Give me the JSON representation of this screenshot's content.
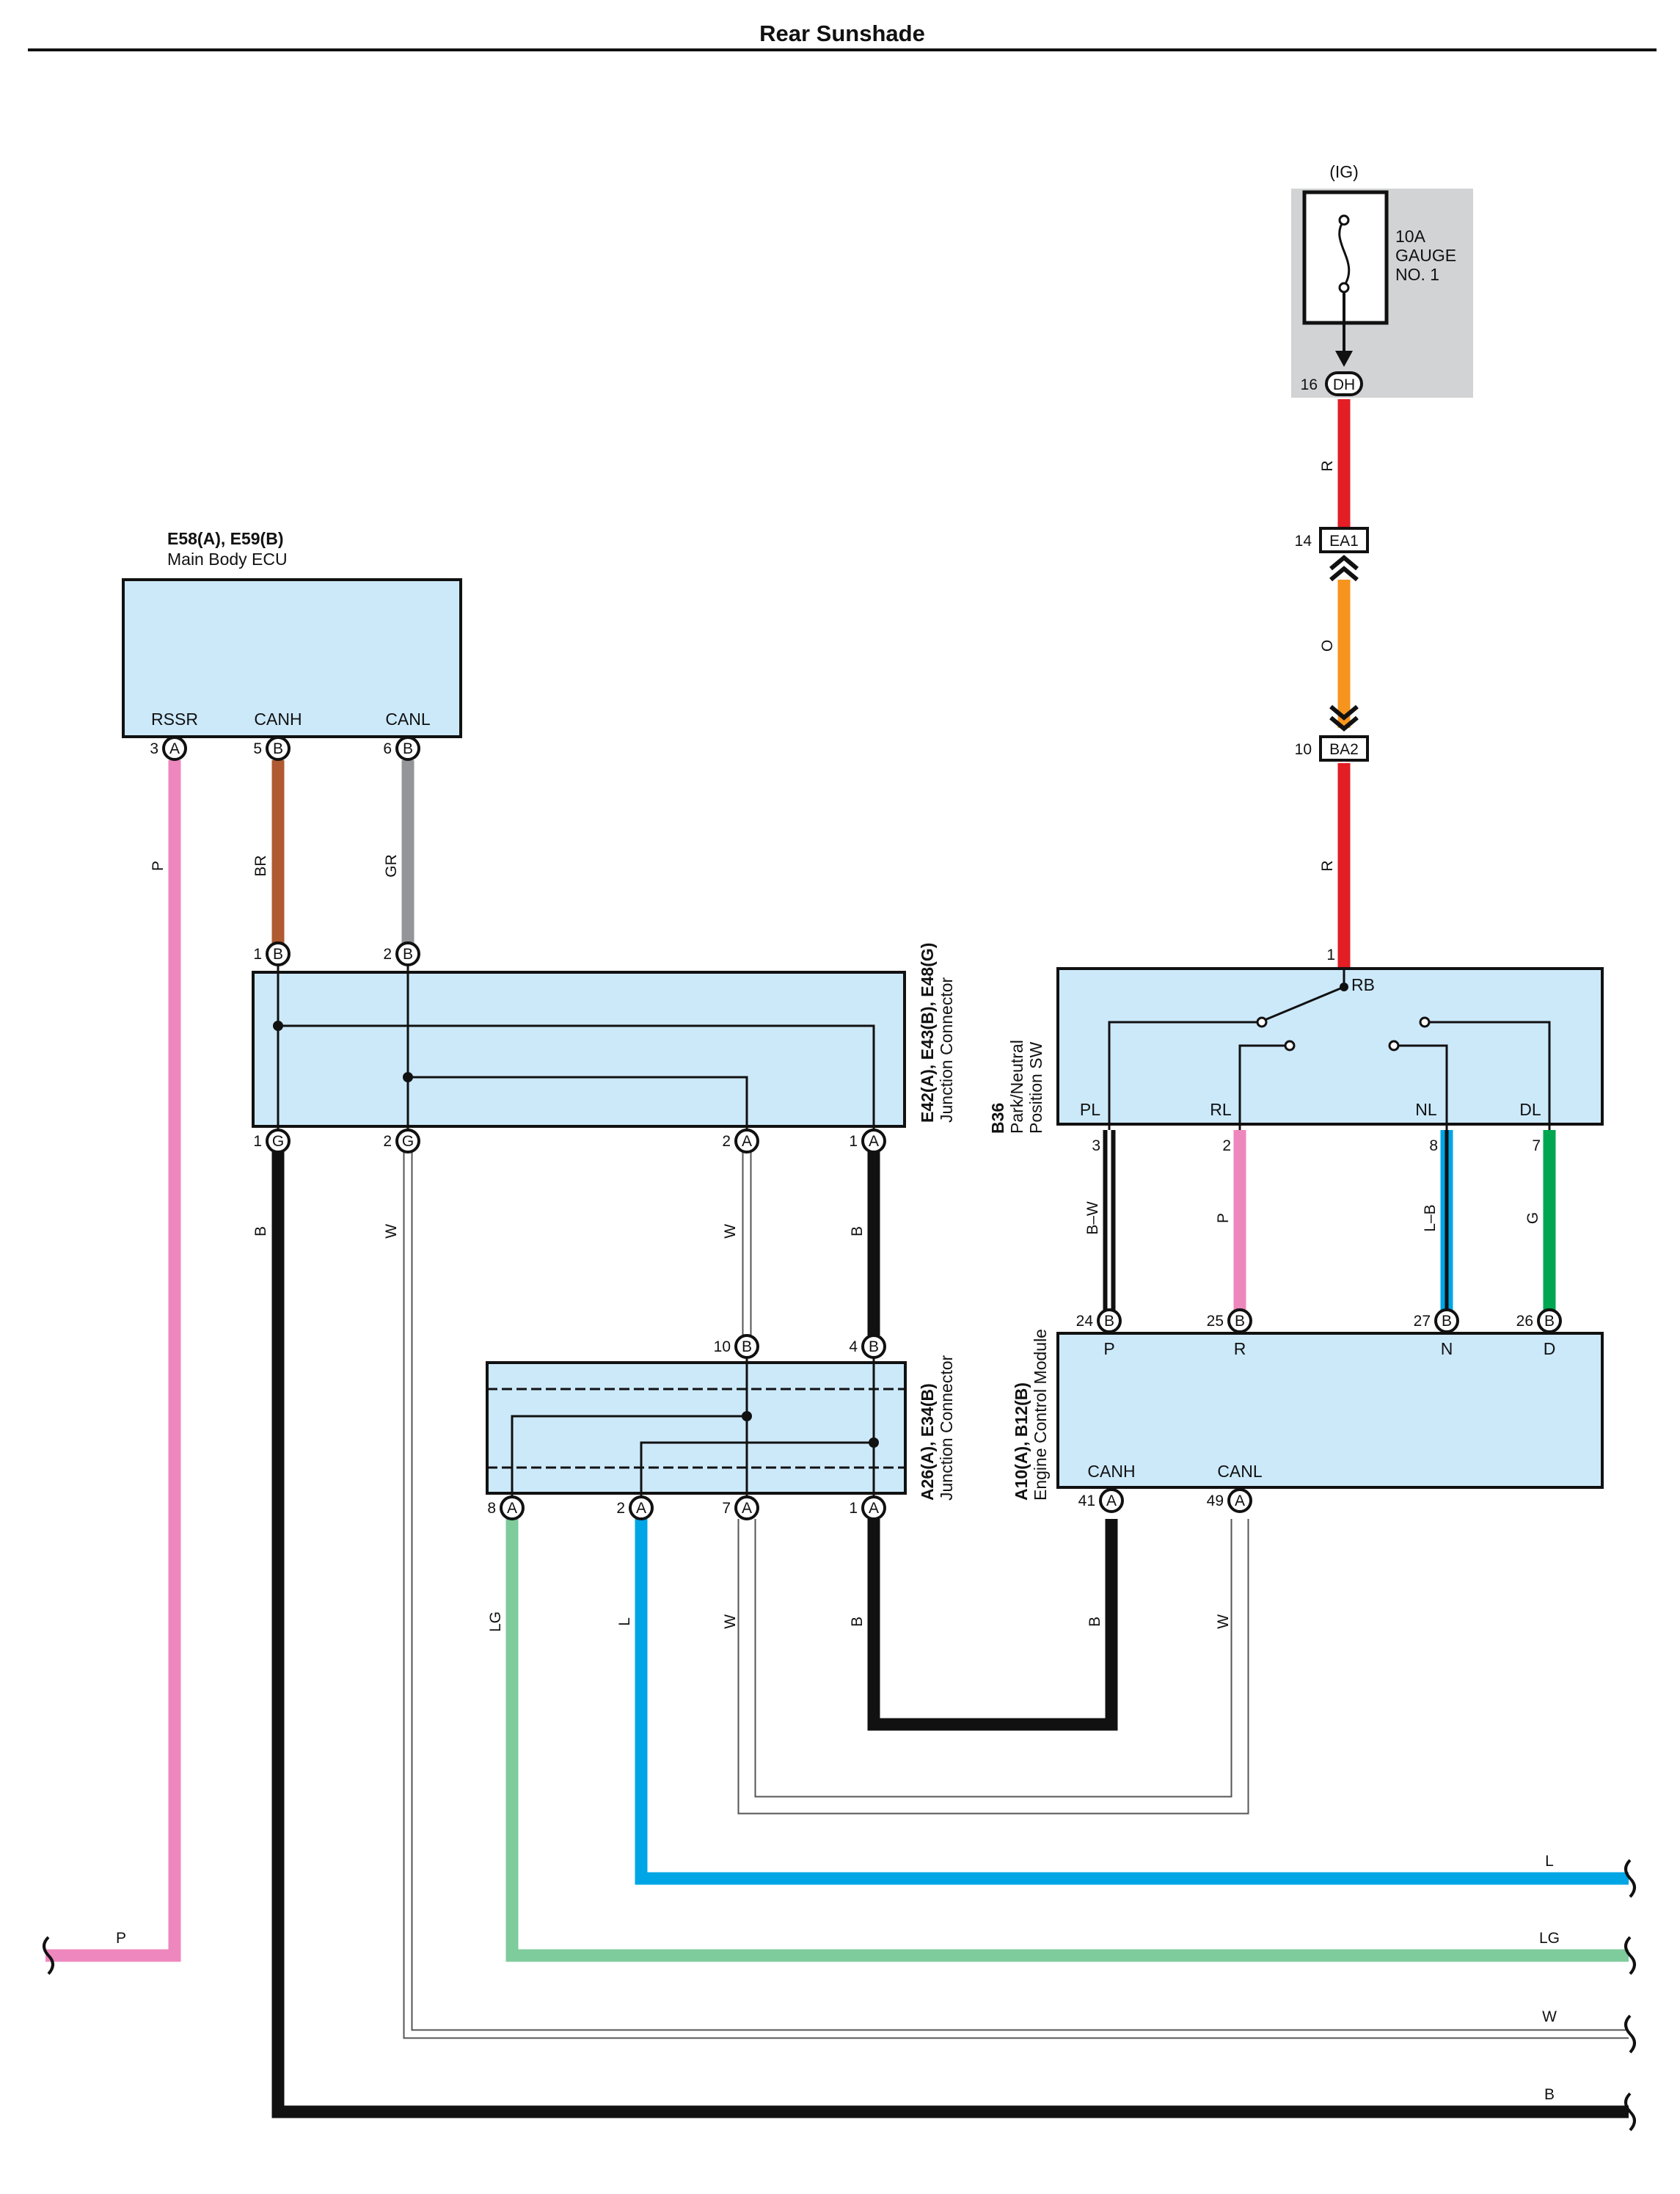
{
  "page": {
    "title": "Rear Sunshade"
  },
  "fuse": {
    "ig": "(IG)",
    "amp": "10A",
    "name1": "GAUGE",
    "name2": "NO. 1",
    "conn": "DH",
    "pin": "16"
  },
  "connectors": {
    "ea1": {
      "code": "EA1",
      "pin": "14"
    },
    "ba2": {
      "code": "BA2",
      "pin": "10"
    }
  },
  "main_ecu": {
    "code": "E58(A), E59(B)",
    "name": "Main Body ECU",
    "terms": [
      "RSSR",
      "CANH",
      "CANL"
    ],
    "pins": [
      {
        "n": "3",
        "c": "A"
      },
      {
        "n": "5",
        "c": "B"
      },
      {
        "n": "6",
        "c": "B"
      }
    ]
  },
  "jc1": {
    "code": "E42(A), E43(B), E48(G)",
    "name": "Junction Connector",
    "top": [
      {
        "n": "1",
        "c": "B"
      },
      {
        "n": "2",
        "c": "B"
      }
    ],
    "bottom": [
      {
        "n": "1",
        "c": "G"
      },
      {
        "n": "2",
        "c": "G"
      },
      {
        "n": "2",
        "c": "A"
      },
      {
        "n": "1",
        "c": "A"
      }
    ]
  },
  "jc2": {
    "code": "A26(A), E34(B)",
    "name": "Junction Connector",
    "top": [
      {
        "n": "10",
        "c": "B"
      },
      {
        "n": "4",
        "c": "B"
      }
    ],
    "bottom": [
      {
        "n": "8",
        "c": "A"
      },
      {
        "n": "2",
        "c": "A"
      },
      {
        "n": "7",
        "c": "A"
      },
      {
        "n": "1",
        "c": "A"
      }
    ]
  },
  "pnsw": {
    "code": "B36",
    "name1": "Park/Neutral",
    "name2": "Position SW",
    "rb": "RB",
    "rb_pin": "1",
    "terms": [
      "PL",
      "RL",
      "NL",
      "DL"
    ],
    "pins": [
      "3",
      "2",
      "8",
      "7"
    ]
  },
  "ecm": {
    "code": "A10(A), B12(B)",
    "name": "Engine Control Module",
    "top_terms": [
      "P",
      "R",
      "N",
      "D"
    ],
    "top_pins": [
      {
        "n": "24",
        "c": "B"
      },
      {
        "n": "25",
        "c": "B"
      },
      {
        "n": "27",
        "c": "B"
      },
      {
        "n": "26",
        "c": "B"
      }
    ],
    "bottom_terms": [
      "CANH",
      "CANL"
    ],
    "bottom_pins": [
      {
        "n": "41",
        "c": "A"
      },
      {
        "n": "49",
        "c": "A"
      }
    ]
  },
  "wire_labels": {
    "fuse_r": "R",
    "ea_o": "O",
    "ba_r": "R",
    "rssr_p": "P",
    "canh_br": "BR",
    "canl_gr": "GR",
    "jc1_b": "B",
    "jc1_w": "W",
    "jc1a_w": "W",
    "jc1a_b": "B",
    "pl": "B–W",
    "rl": "P",
    "nl": "L–B",
    "dl": "G",
    "lg": "LG",
    "l": "L",
    "w": "W",
    "b": "B",
    "ecm_b": "B",
    "ecm_w": "W",
    "out_p": "P",
    "out_l": "L",
    "out_lg": "LG",
    "out_w": "W",
    "out_b": "B"
  },
  "colors": {
    "red": "#e31e24",
    "orange": "#f7941d",
    "pink": "#ee87bd",
    "brown": "#b05a31",
    "gray": "#939598",
    "black": "#111111",
    "blue": "#00a5e5",
    "lightgreen": "#7ecb9b",
    "green": "#00a650",
    "lightblue": "#00a5e5",
    "connector_fill": "#cce9fa"
  }
}
